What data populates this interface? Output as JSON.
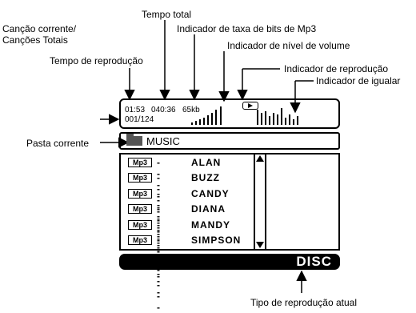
{
  "labels": {
    "current_song": "Canção corrente/",
    "total_songs": "Canções Totais",
    "total_time": "Tempo total",
    "playback_time": "Tempo de reprodução",
    "bitrate_indicator": "Indicador de taxa de bits de Mp3",
    "volume_indicator": "Indicador de nível de volume",
    "play_indicator": "Indicador de reprodução",
    "equalizer_indicator": "Indicador de igualar",
    "current_folder": "Pasta corrente",
    "playback_type": "Tipo de reprodução atual"
  },
  "screen": {
    "play_time": "01:53",
    "total_time": "040:36",
    "bitrate": "65kb",
    "track_count": "001/124"
  },
  "folder": {
    "name": "MUSIC"
  },
  "tracks": [
    {
      "format": "Mp3",
      "dashes": "-------",
      "name": "ALAN"
    },
    {
      "format": "Mp3",
      "dashes": "-------",
      "name": "BUZZ"
    },
    {
      "format": "Mp3",
      "dashes": "-------",
      "name": "CANDY"
    },
    {
      "format": "Mp3",
      "dashes": "-------",
      "name": "DIANA"
    },
    {
      "format": "Mp3",
      "dashes": "-------",
      "name": "MANDY"
    },
    {
      "format": "Mp3",
      "dashes": "-------",
      "name": "SIMPSON"
    }
  ],
  "mode": {
    "label": "DISC"
  }
}
